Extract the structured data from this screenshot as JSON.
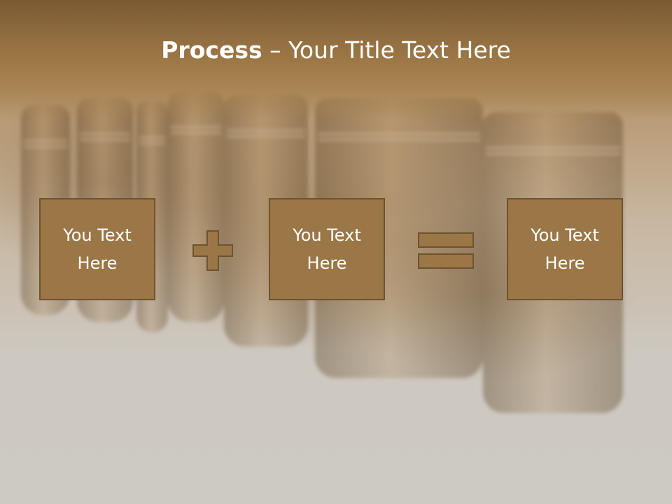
{
  "title": {
    "bold": "Process",
    "rest": " – Your Title Text Here"
  },
  "boxes": [
    {
      "text": "You Text\nHere"
    },
    {
      "text": "You Text\nHere"
    },
    {
      "text": "You Text\nHere"
    }
  ],
  "operators": {
    "first": "plus-icon",
    "second": "equals-icon"
  },
  "colors": {
    "box_fill": "#9b7747",
    "box_border": "#6f5230",
    "title_bar": "#9a7544",
    "text": "#ffffff"
  }
}
